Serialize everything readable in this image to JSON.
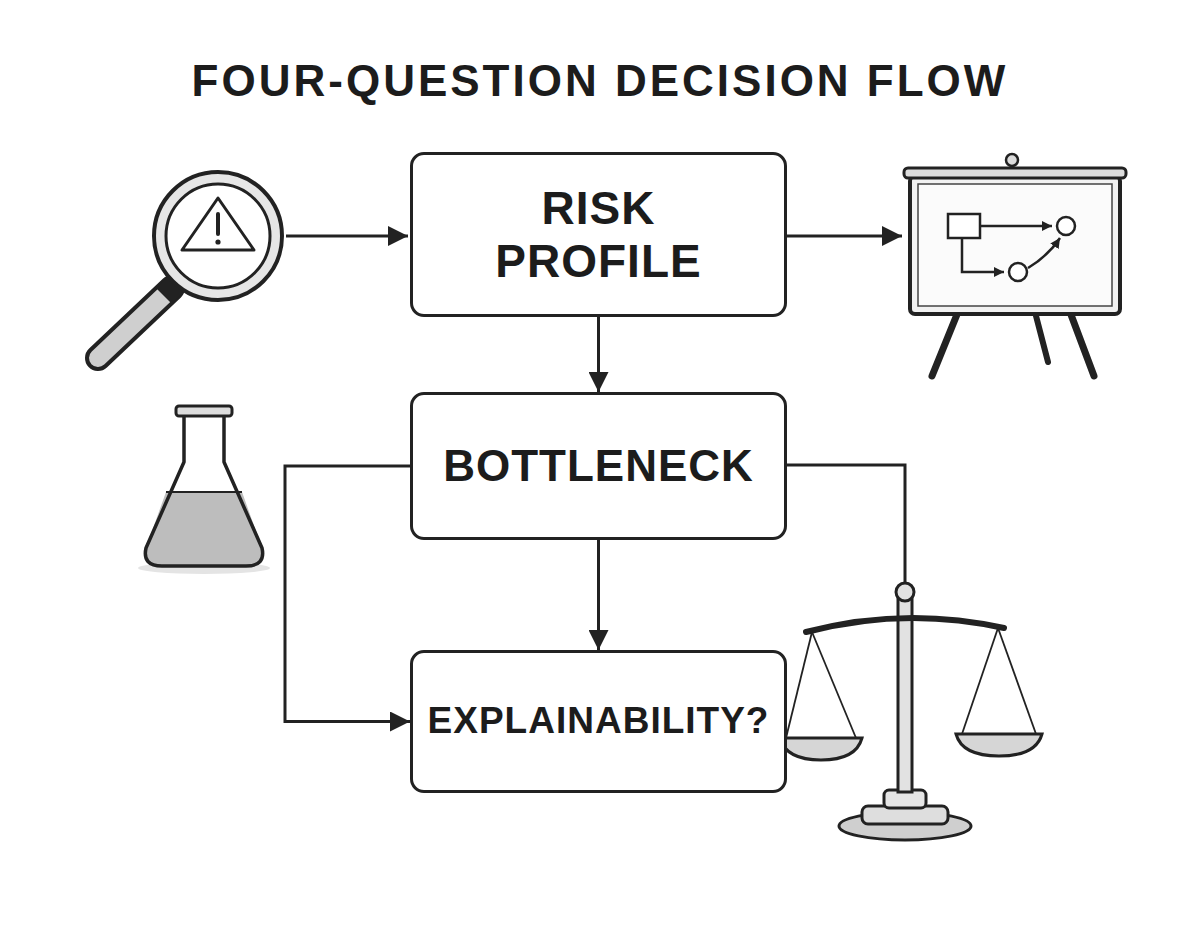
{
  "diagram": {
    "title": "FOUR-QUESTION DECISION FLOW",
    "nodes": [
      {
        "text": [
          "RISK PROFILE"
        ]
      },
      {
        "text": [
          "BOTTLENECK"
        ]
      },
      {
        "text": [
          "EXPLAINABILITY?"
        ]
      }
    ],
    "edges": [
      {
        "from": 0,
        "to": 1,
        "arrow": "to"
      },
      {
        "from": 1,
        "to": 2,
        "arrow": "to"
      },
      {
        "from": 1,
        "to": 2,
        "arrow": "to"
      }
    ]
  }
}
